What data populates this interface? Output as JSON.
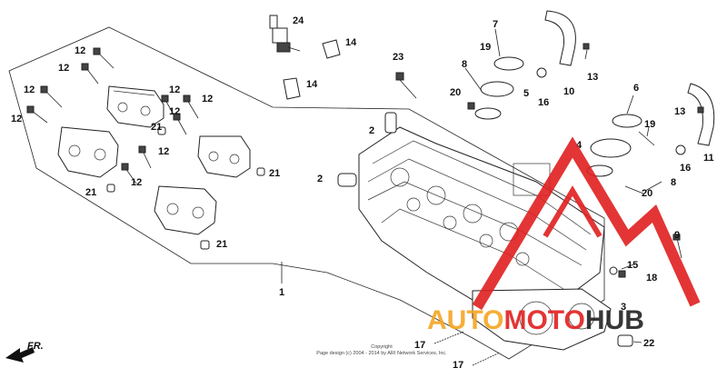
{
  "diagram": {
    "callouts": {
      "c24": "24",
      "c14a": "14",
      "c14b": "14",
      "c23": "23",
      "c7": "7",
      "c19a": "19",
      "c8a": "8",
      "c20a": "20",
      "c5": "5",
      "c16a": "16",
      "c10": "10",
      "c13a": "13",
      "c6": "6",
      "c13b": "13",
      "c19b": "19",
      "c4": "4",
      "c11": "11",
      "c16b": "16",
      "c8b": "8",
      "c20b": "20",
      "c9": "9",
      "c15": "15",
      "c18": "18",
      "c3": "3",
      "c22": "22",
      "c17a": "17",
      "c17b": "17",
      "c1": "1",
      "c2a": "2",
      "c2b": "2",
      "c12a": "12",
      "c12b": "12",
      "c12c": "12",
      "c12d": "12",
      "c12e": "12",
      "c12f": "12",
      "c12g": "12",
      "c12h": "12",
      "c12i": "12",
      "c21a": "21",
      "c21b": "21",
      "c21c": "21",
      "c21d": "21"
    },
    "front_indicator": "FR.",
    "copyright_line1": "Copyright",
    "copyright_line2": "Page design (c) 2004 - 2014 by ARI Network Services, Inc."
  },
  "watermark": {
    "part1": "AUTO",
    "part2": "MOTO",
    "part3": "HUB",
    "colors": {
      "orange": "#f5a623",
      "red": "#e02020",
      "dark": "#222222"
    }
  }
}
